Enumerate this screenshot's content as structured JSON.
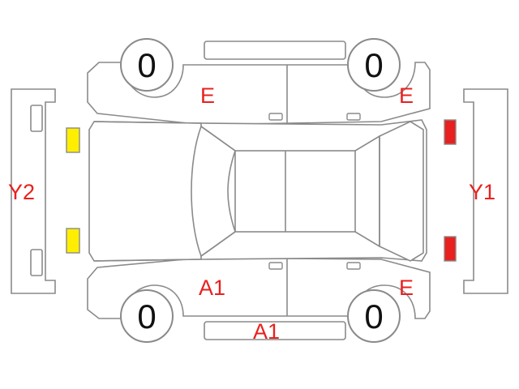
{
  "colors": {
    "outline": "#8a8a8a",
    "mark_text": "#e8211e",
    "front_lights": "#ffee00",
    "rear_lights": "#e82020"
  },
  "tires": {
    "front_left": "0",
    "front_right": "0",
    "rear_left": "0",
    "rear_right": "0"
  },
  "marks": {
    "left_front_door_top": "E",
    "right_rear_door_top": "E",
    "front_bumper": "Y2",
    "rear_bumper": "Y1",
    "left_front_door_bottom": "A1",
    "sill_bottom": "A1",
    "right_rear_door_bottom": "E"
  }
}
